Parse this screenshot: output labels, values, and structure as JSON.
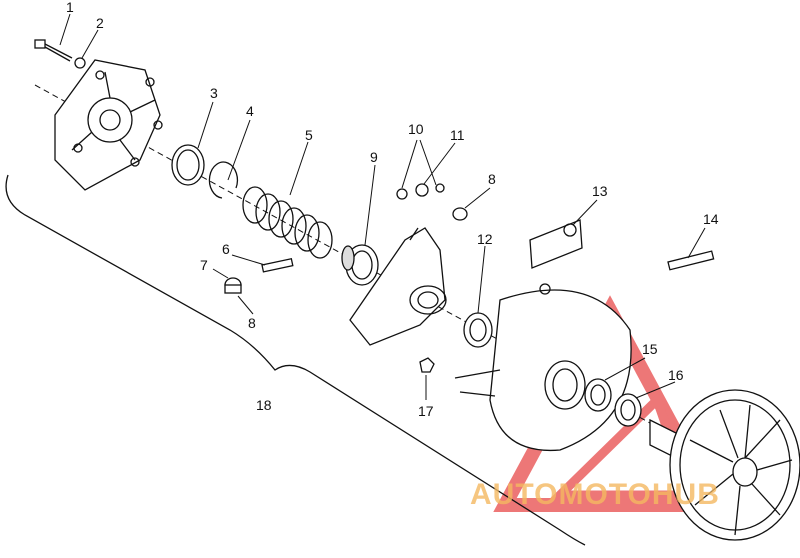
{
  "callouts": {
    "c1": "1",
    "c2": "2",
    "c3": "3",
    "c4": "4",
    "c5": "5",
    "c6": "6",
    "c7": "7",
    "c8a": "8",
    "c8b": "8",
    "c9": "9",
    "c10": "10",
    "c11": "11",
    "c12": "12",
    "c13": "13",
    "c14": "14",
    "c15": "15",
    "c16": "16",
    "c17": "17",
    "c18": "18"
  },
  "watermark": {
    "text": "AUTOMOTOHUB",
    "color": "#e03c3c"
  }
}
